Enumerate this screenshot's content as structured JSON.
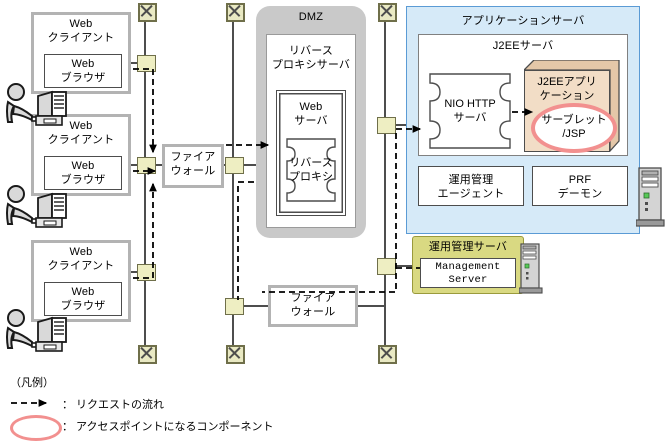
{
  "diagram": {
    "title": "Web system configuration diagram",
    "colors": {
      "dmz_fill": "#c9c9c9",
      "appserver_fill": "#d6eaf8",
      "appserver_border": "#5b9bd5",
      "j2ee_app_fill": "#f2ddc6",
      "access_point_ring": "#f2908f",
      "mgmt_server_fill": "#d9d982",
      "node_fill": "#eeeec2",
      "line": "#4d4d4d",
      "client_frame": "#b3b3b3"
    }
  },
  "clients": [
    {
      "title": "Web\nクライアント",
      "browser": "Web\nブラウザ"
    },
    {
      "title": "Web\nクライアント",
      "browser": "Web\nブラウザ"
    },
    {
      "title": "Web\nクライアント",
      "browser": "Web\nブラウザ"
    }
  ],
  "firewalls": [
    {
      "label": "ファイア\nウォール"
    },
    {
      "label": "ファイア\nウォール"
    }
  ],
  "dmz": {
    "label": "DMZ",
    "reverse_proxy_server": {
      "label": "リバース\nプロキシサーバ",
      "web_server": {
        "label": "Web\nサーバ"
      },
      "reverse_proxy": {
        "label": "リバース\nプロキシ"
      }
    }
  },
  "application_server": {
    "label": "アプリケーションサーバ",
    "j2ee_server": {
      "label": "J2EEサーバ",
      "nio_http_server": {
        "label": "NIO HTTP\nサーバ"
      },
      "j2ee_application": {
        "label": "J2EEアプリ\nケーション",
        "access_point": {
          "label": "サーブレット\n/JSP"
        }
      }
    },
    "components": [
      {
        "label": "運用管理\nエージェント"
      },
      {
        "label": "PRF\nデーモン"
      }
    ]
  },
  "management_server": {
    "label": "運用管理サーバ",
    "component": {
      "label": "Management\nServer"
    }
  },
  "legend": {
    "title": "（凡例）",
    "items": [
      {
        "symbol": "dashed-arrow",
        "separator": "：",
        "label": "リクエストの流れ"
      },
      {
        "symbol": "pink-ellipse",
        "separator": "：",
        "label": "アクセスポイントになるコンポーネント"
      }
    ]
  }
}
